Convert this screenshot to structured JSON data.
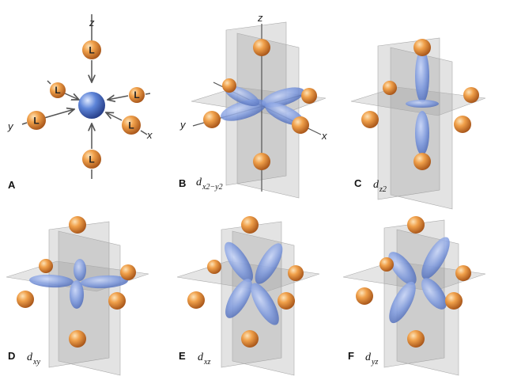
{
  "colors": {
    "ligand": "#e8912f",
    "orbital": "#6f8fd6",
    "plane": "#9a9a9a",
    "axis": "#555555"
  },
  "icons": {
    "ligand": "orange-sphere-icon",
    "metal": "blue-sphere-icon",
    "orbital-lobe": "blue-lobe-icon",
    "plane": "gray-plane-icon"
  },
  "panelA": {
    "letter": "A",
    "axis_z": "z",
    "axis_y": "y",
    "axis_x": "x",
    "ligand_label": "L"
  },
  "panelB": {
    "letter": "B",
    "axis_z": "z",
    "axis_y": "y",
    "axis_x": "x",
    "orbital_main": "d",
    "orbital_sub": "x2−y2"
  },
  "panelC": {
    "letter": "C",
    "orbital_main": "d",
    "orbital_sub": "z2"
  },
  "panelD": {
    "letter": "D",
    "orbital_main": "d",
    "orbital_sub": "xy"
  },
  "panelE": {
    "letter": "E",
    "orbital_main": "d",
    "orbital_sub": "xz"
  },
  "panelF": {
    "letter": "F",
    "orbital_main": "d",
    "orbital_sub": "yz"
  }
}
